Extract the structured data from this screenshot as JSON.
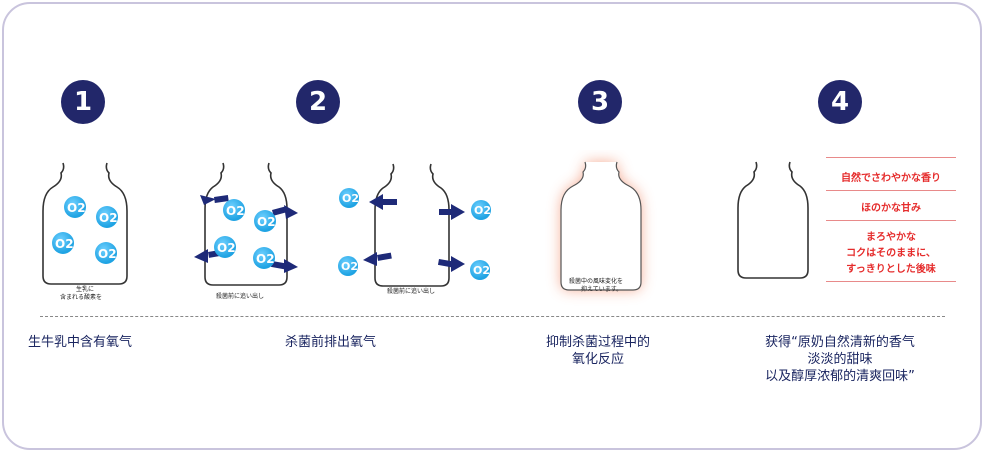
{
  "steps": [
    {
      "number": "1",
      "caption": "生牛乳中含有氧气",
      "bottle_note_line1": "生乳に",
      "bottle_note_line2": "含まれる酸素を"
    },
    {
      "number": "2",
      "caption": "杀菌前排出氧气",
      "bottle_note_a": "殺菌前に追い出し",
      "bottle_note_b": "殺菌前に追い出し"
    },
    {
      "number": "3",
      "caption_line1": "抑制杀菌过程中的",
      "caption_line2": "氧化反应",
      "bottle_note_line1": "殺菌中の風味変化を",
      "bottle_note_line2": "抑えています。"
    },
    {
      "number": "4",
      "caption_line1": "获得“原奶自然清新的香气",
      "caption_line2": "淡淡的甜味",
      "caption_line3": "以及醇厚浓郁的清爽回味”"
    }
  ],
  "o2_label": "O2",
  "japanese_benefits": {
    "line1": "自然でさわやかな香り",
    "line2": "ほのかな甘み",
    "line3a": "まろやかな",
    "line3b": "コクはそのままに、",
    "line3c": "すっきりとした後味"
  },
  "colors": {
    "step_circle": "#22276a",
    "o2_bubble": "#1fa3e3",
    "arrow": "#1e2a78",
    "benefit_text": "#e52b2b",
    "glow": "#f4a48a"
  }
}
